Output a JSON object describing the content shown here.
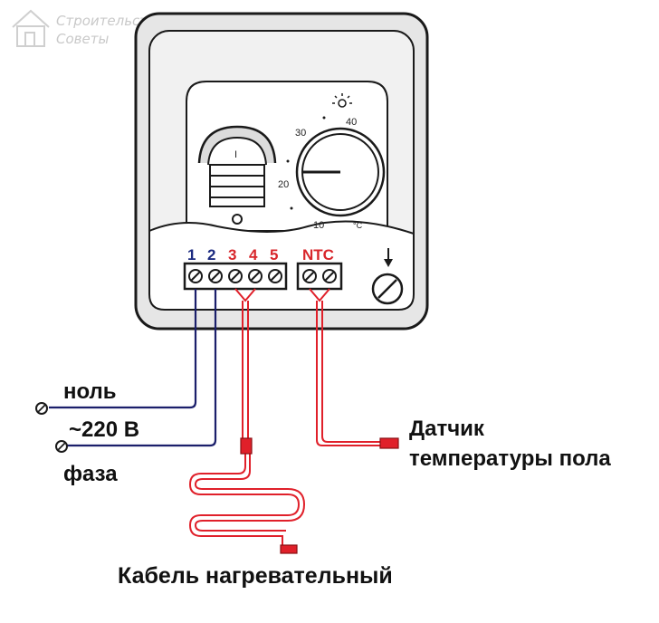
{
  "watermark": {
    "line1": "Строительство",
    "line2": "Советы"
  },
  "thermostat": {
    "switch_on_mark": "I",
    "switch_off_mark": "O",
    "dial_labels": {
      "t10": "10",
      "t20": "20",
      "t30": "30",
      "t40": "40",
      "unit": "°C"
    },
    "terminals": {
      "t1": "1",
      "t2": "2",
      "t3": "3",
      "t4": "4",
      "t5": "5",
      "ntc": "NTC"
    }
  },
  "labels": {
    "neutral": "ноль",
    "voltage": "~220 В",
    "phase": "фаза",
    "sensor_line1": "Датчик",
    "sensor_line2": "температуры пола",
    "heating_cable": "Кабель нагревательный"
  },
  "colors": {
    "power_wire": "#1b1f6b",
    "heating_wire": "#e0202a",
    "terminal_label_blue": "#1b2a80",
    "terminal_label_red": "#d8262b",
    "body": "#e7e7e7",
    "outline": "#1a1a1a"
  }
}
